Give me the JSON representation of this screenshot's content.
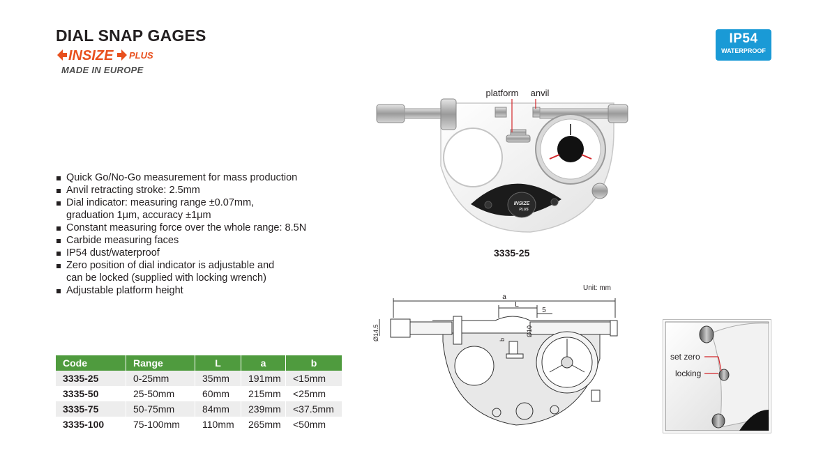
{
  "header": {
    "title": "DIAL SNAP GAGES",
    "brand_name": "INSIZE",
    "brand_suffix": "PLUS",
    "made_in": "MADE IN EUROPE",
    "brand_color": "#e8501e"
  },
  "badge": {
    "main": "IP54",
    "sub": "WATERPROOF",
    "color": "#1a9ad6"
  },
  "features": [
    "Quick Go/No-Go measurement for mass production",
    "Anvil retracting stroke: 2.5mm",
    "Dial indicator: measuring range ±0.07mm,",
    "graduation 1μm, accuracy ±1μm",
    "Constant measuring force over the whole range: 8.5N",
    "Carbide measuring faces",
    "IP54 dust/waterproof",
    "Zero position of dial indicator is adjustable and",
    "can be locked (supplied with locking wrench)",
    "Adjustable platform height"
  ],
  "product_photo": {
    "label_platform": "platform",
    "label_anvil": "anvil",
    "caption": "3335-25",
    "plate_brand": "INSIZE",
    "plate_suffix": "PLUS"
  },
  "drawing": {
    "unit": "Unit: mm",
    "dim_a": "a",
    "dim_L": "L",
    "dim_5": "5",
    "dim_b": "b",
    "dim_d10": "Ø10",
    "dim_d145": "Ø14.5"
  },
  "detail_photo": {
    "label_set_zero": "set zero",
    "label_locking": "locking"
  },
  "table": {
    "header_color": "#4f9b3e",
    "headers": [
      "Code",
      "Range",
      "L",
      "a",
      "b"
    ],
    "rows": [
      [
        "3335-25",
        "0-25mm",
        "35mm",
        "191mm",
        "<15mm"
      ],
      [
        "3335-50",
        "25-50mm",
        "60mm",
        "215mm",
        "<25mm"
      ],
      [
        "3335-75",
        "50-75mm",
        "84mm",
        "239mm",
        "<37.5mm"
      ],
      [
        "3335-100",
        "75-100mm",
        "110mm",
        "265mm",
        "<50mm"
      ]
    ]
  }
}
